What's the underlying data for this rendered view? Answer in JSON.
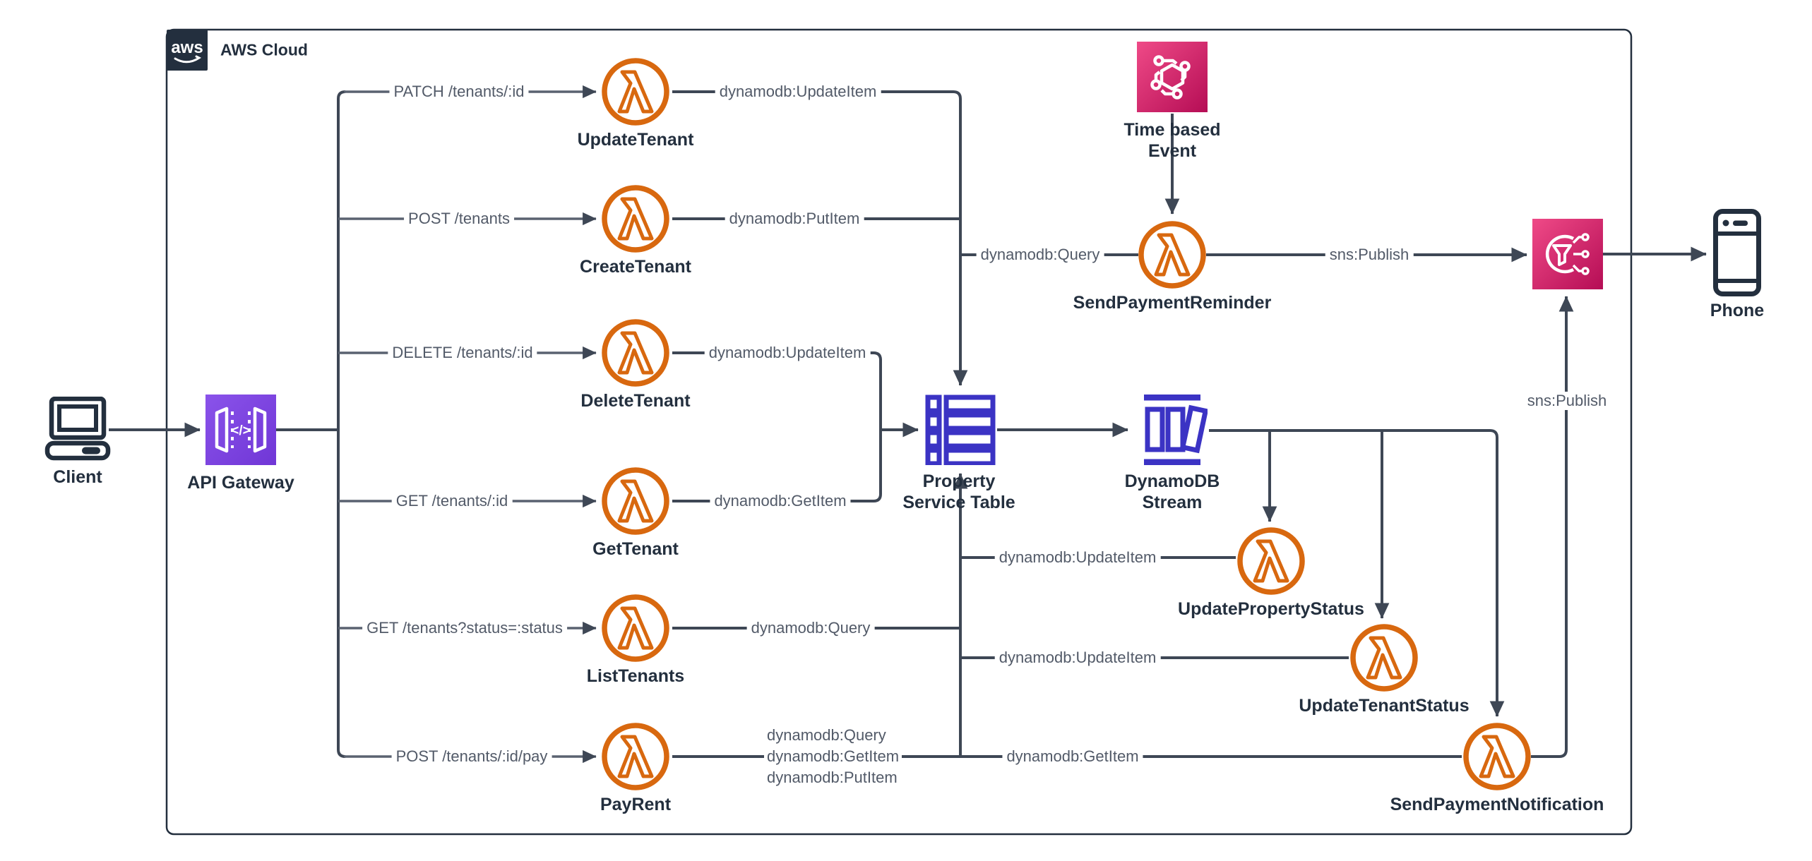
{
  "aws_cloud": {
    "logo_text": "aws",
    "label": "AWS Cloud"
  },
  "nodes": {
    "client": {
      "label": "Client"
    },
    "api_gateway": {
      "label": "API Gateway",
      "glyph": "</>"
    },
    "update_tenant": {
      "label": "UpdateTenant"
    },
    "create_tenant": {
      "label": "CreateTenant"
    },
    "delete_tenant": {
      "label": "DeleteTenant"
    },
    "get_tenant": {
      "label": "GetTenant"
    },
    "list_tenants": {
      "label": "ListTenants"
    },
    "pay_rent": {
      "label": "PayRent"
    },
    "property_service_table": {
      "label_line1": "Property",
      "label_line2": "Service Table"
    },
    "dynamodb_stream": {
      "label_line1": "DynamoDB",
      "label_line2": "Stream"
    },
    "time_based_event": {
      "label_line1": "Time based",
      "label_line2": "Event"
    },
    "send_payment_reminder": {
      "label": "SendPaymentReminder"
    },
    "update_property_status": {
      "label": "UpdatePropertyStatus"
    },
    "update_tenant_status": {
      "label": "UpdateTenantStatus"
    },
    "send_payment_notification": {
      "label": "SendPaymentNotification"
    },
    "phone": {
      "label": "Phone"
    }
  },
  "edge_labels": {
    "patch_tenants": "PATCH /tenants/:id",
    "post_tenants": "POST /tenants",
    "delete_tenants": "DELETE /tenants/:id",
    "get_tenant_by_id": "GET /tenants/:id",
    "get_tenants_by_status": "GET /tenants?status=:status",
    "post_tenants_pay": "POST /tenants/:id/pay",
    "update_tenant_action": "dynamodb:UpdateItem",
    "create_tenant_action": "dynamodb:PutItem",
    "delete_tenant_action": "dynamodb:UpdateItem",
    "get_tenant_action": "dynamodb:GetItem",
    "list_tenants_action": "dynamodb:Query",
    "pay_rent_actions": [
      "dynamodb:Query",
      "dynamodb:GetItem",
      "dynamodb:PutItem"
    ],
    "reminder_query": "dynamodb:Query",
    "reminder_publish": "sns:Publish",
    "update_property_action": "dynamodb:UpdateItem",
    "update_tenant_status_action": "dynamodb:UpdateItem",
    "notification_get_action": "dynamodb:GetItem",
    "notification_publish": "sns:Publish"
  },
  "colors": {
    "navy": "#232f3e",
    "line": "#3e4755",
    "lambda_orange": "#d8680f",
    "api_gateway_purple": "#7d40e8",
    "event_pink": "#e7157b",
    "dynamodb_blue": "#3b33c4"
  },
  "icons": [
    "aws-logo",
    "laptop-icon",
    "api-gateway-icon",
    "lambda-icon",
    "dynamodb-table-icon",
    "dynamodb-stream-icon",
    "eventbridge-icon",
    "sns-topic-icon",
    "smartphone-icon"
  ]
}
